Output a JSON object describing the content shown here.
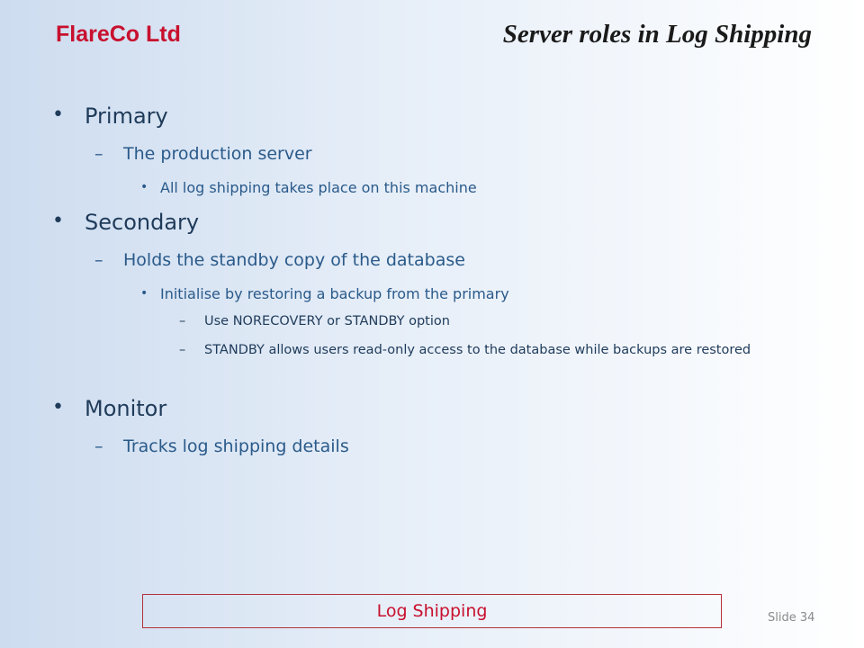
{
  "header": {
    "company": "FlareCo Ltd",
    "title": "Server roles in Log Shipping"
  },
  "bullets": {
    "primary": {
      "label": "Primary",
      "sub": "The production server",
      "detail": "All log shipping takes place on this machine"
    },
    "secondary": {
      "label": "Secondary",
      "sub": "Holds the standby copy of the database",
      "detail": "Initialise by restoring a backup from the primary",
      "options": [
        "Use NORECOVERY or STANDBY option",
        "STANDBY allows  users read-only access to the database while backups are restored"
      ]
    },
    "monitor": {
      "label": "Monitor",
      "sub": "Tracks log shipping details"
    }
  },
  "glyphs": {
    "bullet": "•",
    "dash": "–"
  },
  "footer": {
    "label": "Log Shipping",
    "slide_number": "Slide 34"
  }
}
